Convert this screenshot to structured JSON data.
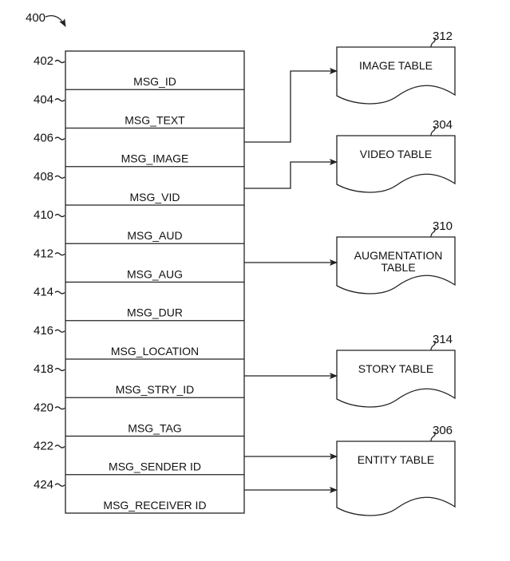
{
  "figure": {
    "ref": "400",
    "record": {
      "fields": [
        {
          "ref": "402",
          "label": "MSG_ID"
        },
        {
          "ref": "404",
          "label": "MSG_TEXT"
        },
        {
          "ref": "406",
          "label": "MSG_IMAGE",
          "links_to": "312"
        },
        {
          "ref": "408",
          "label": "MSG_VID",
          "links_to": "304"
        },
        {
          "ref": "410",
          "label": "MSG_AUD"
        },
        {
          "ref": "412",
          "label": "MSG_AUG",
          "links_to": "310"
        },
        {
          "ref": "414",
          "label": "MSG_DUR"
        },
        {
          "ref": "416",
          "label": "MSG_LOCATION"
        },
        {
          "ref": "418",
          "label": "MSG_STRY_ID",
          "links_to": "314"
        },
        {
          "ref": "420",
          "label": "MSG_TAG"
        },
        {
          "ref": "422",
          "label": "MSG_SENDER ID",
          "links_to": "306"
        },
        {
          "ref": "424",
          "label": "MSG_RECEIVER ID",
          "links_to": "306"
        }
      ]
    },
    "tables": [
      {
        "id": "312",
        "lines": [
          "IMAGE TABLE"
        ]
      },
      {
        "id": "304",
        "lines": [
          "VIDEO TABLE"
        ]
      },
      {
        "id": "310",
        "lines": [
          "AUGMENTATION",
          "TABLE"
        ]
      },
      {
        "id": "314",
        "lines": [
          "STORY TABLE"
        ]
      },
      {
        "id": "306",
        "lines": [
          "ENTITY TABLE"
        ]
      }
    ]
  }
}
